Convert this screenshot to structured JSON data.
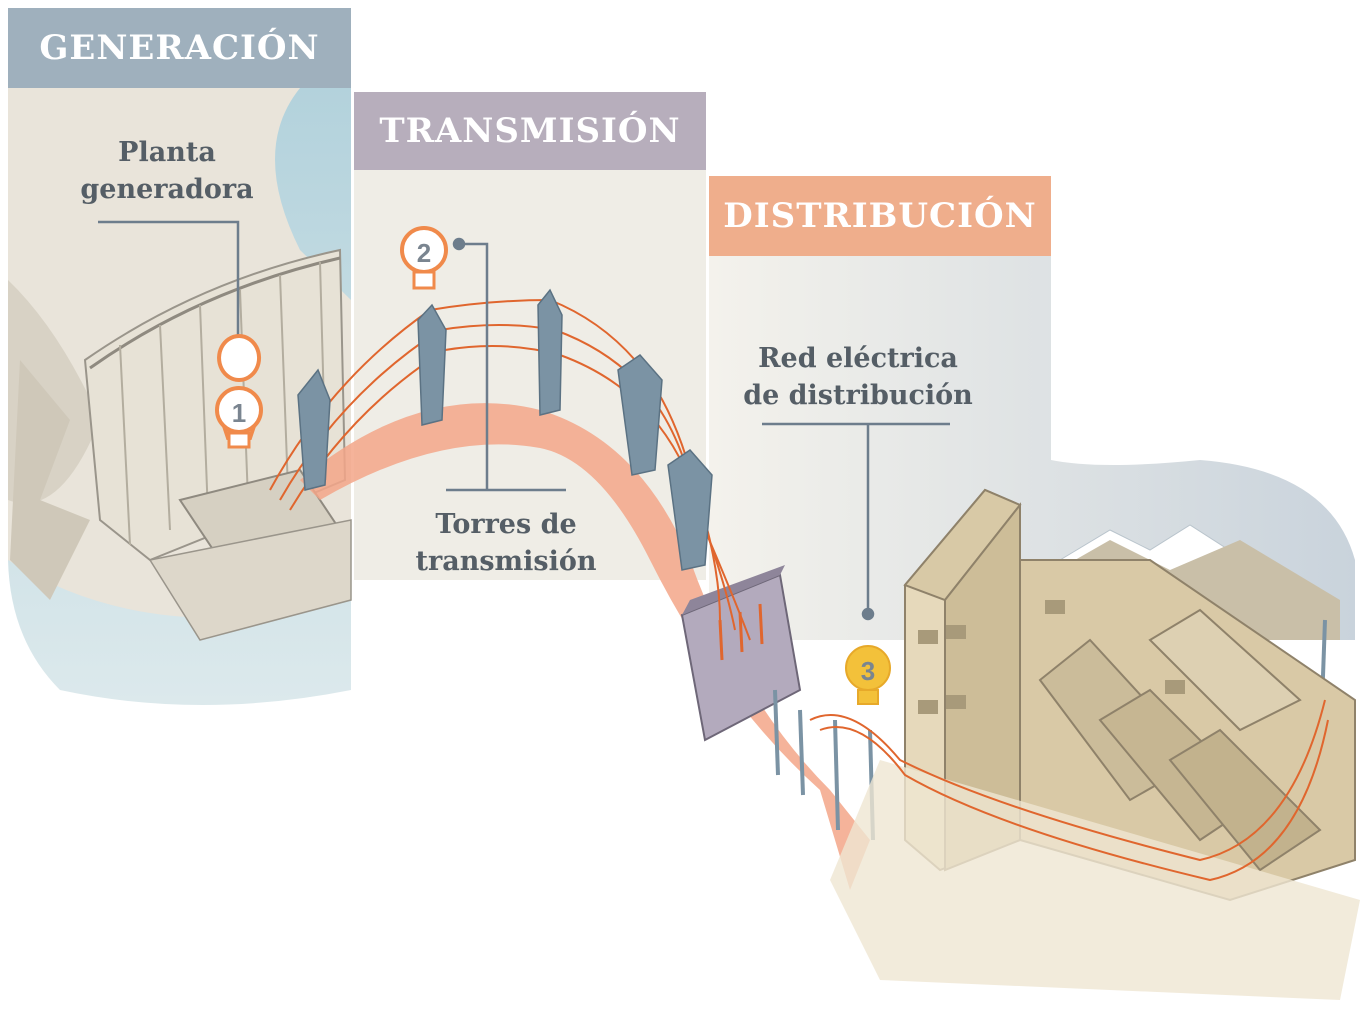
{
  "sections": {
    "generation": {
      "title": "GENERACIÓN",
      "color": "#9fb0bd"
    },
    "transmission": {
      "title": "TRANSMISIÓN",
      "color": "#b7aebc"
    },
    "distribution": {
      "title": "DISTRIBUCIÓN",
      "color": "#efae8c"
    }
  },
  "callouts": [
    {
      "number": "1",
      "label_lines": [
        "Planta",
        "generadora"
      ],
      "color": "#f08a4b"
    },
    {
      "number": "2",
      "label_lines": [
        "Torres de",
        "transmisión"
      ],
      "color": "#f08a4b"
    },
    {
      "number": "3",
      "label_lines": [
        "Red eléctrica",
        "de distribución"
      ],
      "color": "#f3c13a"
    }
  ],
  "colors": {
    "flow_arrow": "#f3a688",
    "leader_line": "#6d7d8c",
    "wires": "#e0662e",
    "towers": "#7b93a4",
    "water": "#b9d6df",
    "terrain": "#e6e1d4",
    "buildings": "#d9c9a6"
  }
}
